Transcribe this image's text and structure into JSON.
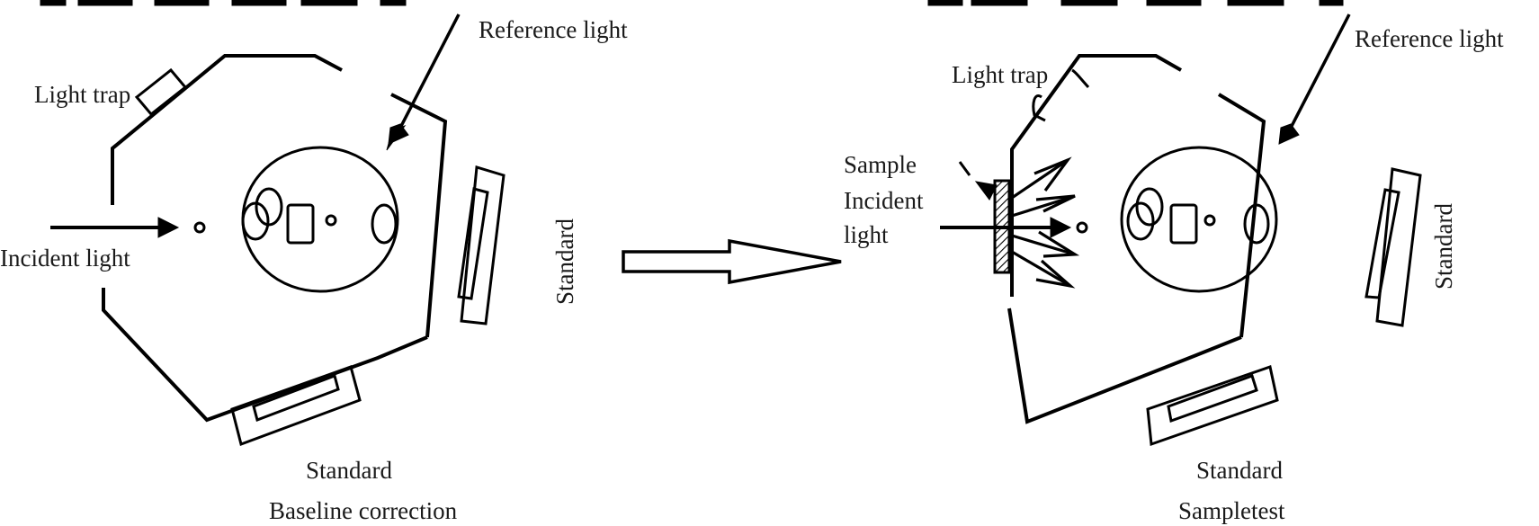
{
  "figure": {
    "transition_arrow": "hollow-right-arrow",
    "panels": [
      {
        "id": "baseline",
        "labels": {
          "reference_light": "Reference light",
          "light_trap": "Light trap",
          "incident_light": "Incident light",
          "standard_side": "Standard",
          "standard_bottom": "Standard",
          "caption": "Baseline correction"
        }
      },
      {
        "id": "sampletest",
        "labels": {
          "reference_light": "Reference light",
          "light_trap": "Light trap",
          "sample_line1": "Sample",
          "incident_line2": "Incident",
          "light_line3": "light",
          "standard_side": "Standard",
          "standard_bottom": "Standard",
          "caption": "Sampletest"
        }
      }
    ]
  }
}
